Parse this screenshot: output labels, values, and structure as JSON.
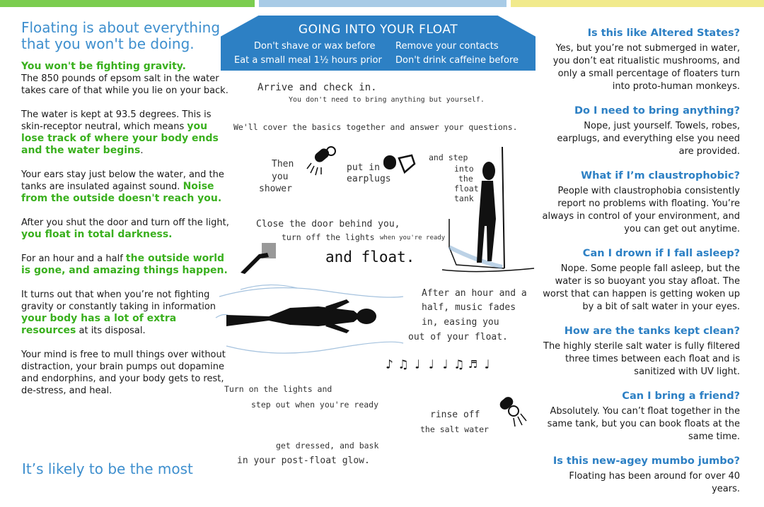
{
  "colors": {
    "green": "#3ab01e",
    "blue": "#2d80c4",
    "lightblue": "#3e8fce",
    "topbar_yellow": "#f1ea8c",
    "topbar_blue": "#a8cbe6",
    "topbar_green": "#7bcd4f"
  },
  "left": {
    "lead": "Floating is about everything that you won't be doing.",
    "p1_head": "You won't be fighting gravity.",
    "p1": "The 850 pounds of epsom salt in the water takes care of that while you lie on your back.",
    "p2_a": "The water is kept at 93.5 degrees.  This is skin-receptor neutral, which means ",
    "p2_b": "you lose track of where your body ends and the water begins",
    "p2_c": ".",
    "p3_a": "Your ears stay just below the water, and the tanks are insulated against sound. ",
    "p3_b": "Noise from the outside doesn't reach you.",
    "p4_a": "After you shut the door and turn off the light, ",
    "p4_b": "you float in total darkness.",
    "p5_a": "For an hour and a half ",
    "p5_b": "the outside world is gone, and amazing things happen.",
    "p6_a": "It turns out that when you’re not fighting gravity or constantly taking in information ",
    "p6_b": "your body has a lot of extra resources",
    "p6_c": " at its disposal.",
    "p7": "Your mind is free to mull things over without distraction, your brain pumps out dopamine and endorphins, and your body gets to rest, de-stress, and heal.",
    "lead2": "It’s likely to be the most"
  },
  "banner": {
    "title": "GOING INTO YOUR FLOAT",
    "item1": "Don't shave or wax before",
    "item2": "Remove your contacts",
    "item3": "Eat a small meal 1½ hours prior",
    "item4": "Don't drink caffeine before"
  },
  "steps": {
    "s1": "Arrive and check in.",
    "s1b": "You don't need to bring anything but yourself.",
    "s2": "We'll cover the basics together and answer your questions.",
    "s3a": "Then",
    "s3b": "you",
    "s3c": "shower",
    "s4a": "put in",
    "s4b": "earplugs",
    "s5a": "and step",
    "s5b": "into",
    "s5c": "the",
    "s5d": "float",
    "s5e": "tank",
    "s6a": "Close the door behind you,",
    "s6b": "turn off the lights",
    "s6c": "when you're ready",
    "s7": "and float.",
    "s8a": "After an hour and a",
    "s8b": "half, music fades",
    "s8c": "in, easing   you",
    "s8d": "out of your float.",
    "notes": "♪ ♫ ♩ ♩ ♩ ♫ ♬ ♩",
    "s9a": "Turn on the lights and",
    "s9b": "step out when you're ready",
    "s10a": "rinse off",
    "s10b": "the salt water",
    "s11a": "get dressed, and bask",
    "s11b": "in your post-float glow."
  },
  "faq": [
    {
      "q": "Is this like Altered States?",
      "a": "Yes, but you’re not submerged in water, you don’t eat ritualistic mushrooms, and only a small percentage of floaters turn into proto-human monkeys."
    },
    {
      "q": "Do I need to bring anything?",
      "a": "Nope, just yourself. Towels, robes, earplugs, and everything else you need are provided."
    },
    {
      "q": "What if I’m claustrophobic?",
      "a": "People with claustrophobia consistently report no problems with floating. You’re always in control of your environment, and you can get out anytime."
    },
    {
      "q": "Can I drown if I fall asleep?",
      "a": "Nope. Some people fall asleep, but the water is so buoyant you stay afloat. The worst that can happen is getting woken up by a bit of salt water in your eyes."
    },
    {
      "q": "How are the tanks kept clean?",
      "a": "The highly sterile salt water is fully filtered three times between each float and is sanitized with UV light."
    },
    {
      "q": "Can I bring a friend?",
      "a": "Absolutely. You can’t float together in the same tank, but you can book floats at the same time."
    },
    {
      "q": "Is this new-agey mumbo jumbo?",
      "a": "Floating has been around for over 40 years."
    }
  ]
}
